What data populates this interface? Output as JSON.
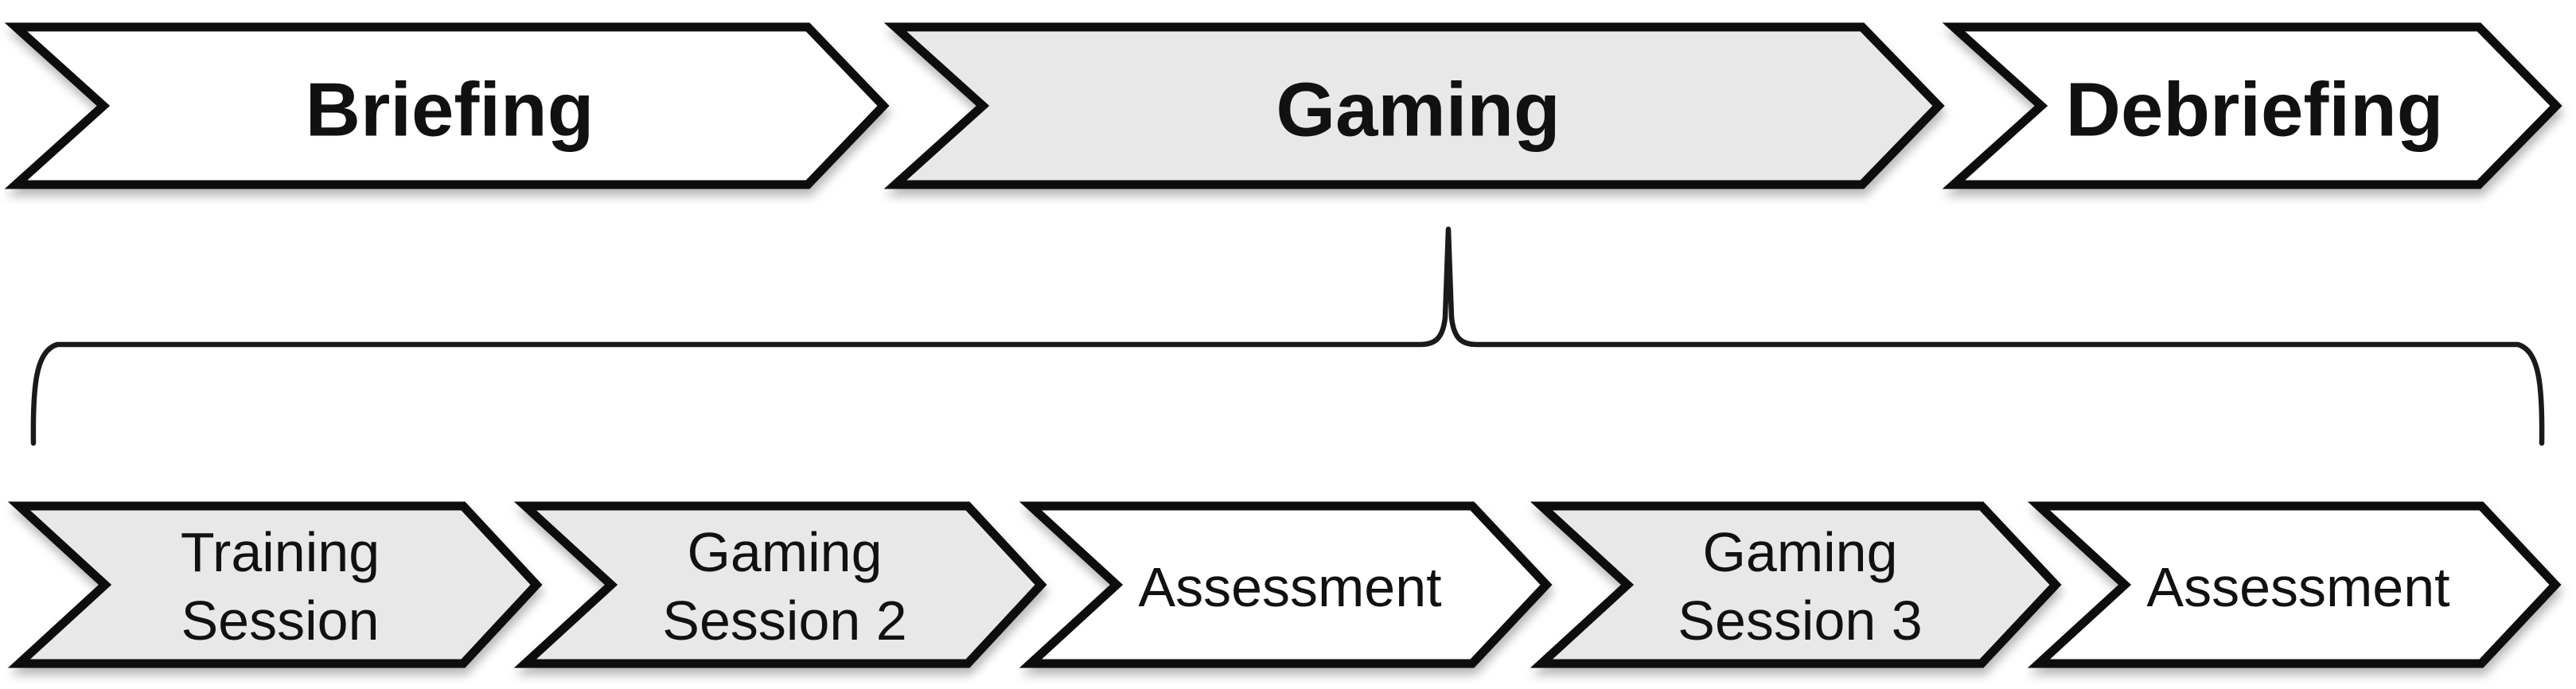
{
  "diagram": {
    "description_colors": {
      "background": "#ffffff",
      "chevron_white_fill": "#ffffff",
      "chevron_gray_fill": "#e8e8e8",
      "outline": "#0a0a0a",
      "brace": "#1a1a1a",
      "text": "#111111"
    },
    "top_row": {
      "items": [
        {
          "label": "Briefing",
          "fill": "#ffffff"
        },
        {
          "label": "Gaming",
          "fill": "#e8e8e8"
        },
        {
          "label": "Debriefing",
          "fill": "#ffffff"
        }
      ]
    },
    "bottom_row": {
      "items": [
        {
          "lines": [
            "Training",
            "Session"
          ],
          "fill": "#e8e8e8"
        },
        {
          "lines": [
            "Gaming",
            "Session 2"
          ],
          "fill": "#e8e8e8"
        },
        {
          "lines": [
            "Assessment"
          ],
          "fill": "#ffffff"
        },
        {
          "lines": [
            "Gaming",
            "Session 3"
          ],
          "fill": "#e8e8e8"
        },
        {
          "lines": [
            "Assessment"
          ],
          "fill": "#ffffff"
        }
      ]
    }
  }
}
